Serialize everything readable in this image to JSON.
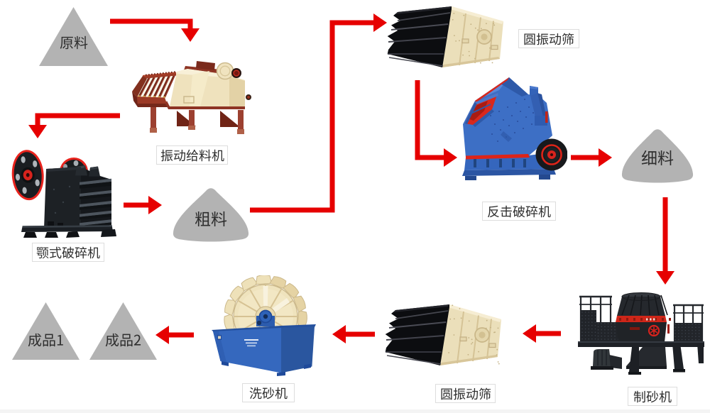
{
  "colors": {
    "arrow_red": "#e60000",
    "shape_gray": "#b3b3b3",
    "label_text": "#2e2e2e",
    "label_border": "#dddddd",
    "machine_label_background": "#ffffff"
  },
  "nodes": {
    "yuanliao": {
      "label": "原料",
      "kind": "material-triangle"
    },
    "zhendonggeiliaoji": {
      "label": "振动给料机",
      "kind": "machine"
    },
    "eshiposuiji": {
      "label": "颚式破碎机",
      "kind": "machine"
    },
    "culiao": {
      "label": "粗料",
      "kind": "material-mound"
    },
    "yuanzhendongshai": {
      "label": "圆振动筛",
      "kind": "machine"
    },
    "fanjiposuiji": {
      "label": "反击破碎机",
      "kind": "machine"
    },
    "xiliao": {
      "label": "细料",
      "kind": "material-mound"
    },
    "zhishaji": {
      "label": "制砂机",
      "kind": "machine"
    },
    "xishaji": {
      "label": "洗砂机",
      "kind": "machine"
    },
    "chengpin1": {
      "label": "成品1",
      "kind": "product-triangle"
    },
    "chengpin2": {
      "label": "成品2",
      "kind": "product-triangle"
    }
  },
  "flow": [
    {
      "from": "原料",
      "to": "振动给料机"
    },
    {
      "from": "振动给料机",
      "to": "颚式破碎机"
    },
    {
      "from": "颚式破碎机",
      "to": "粗料"
    },
    {
      "from": "粗料",
      "to": "圆振动筛"
    },
    {
      "from": "圆振动筛",
      "to": "反击破碎机"
    },
    {
      "from": "反击破碎机",
      "to": "细料"
    },
    {
      "from": "细料",
      "to": "制砂机"
    },
    {
      "from": "制砂机",
      "to": "圆振动筛"
    },
    {
      "from": "圆振动筛",
      "to": "洗砂机"
    },
    {
      "from": "洗砂机",
      "to": "成品2"
    },
    {
      "from": "洗砂机",
      "to": "成品1"
    }
  ]
}
